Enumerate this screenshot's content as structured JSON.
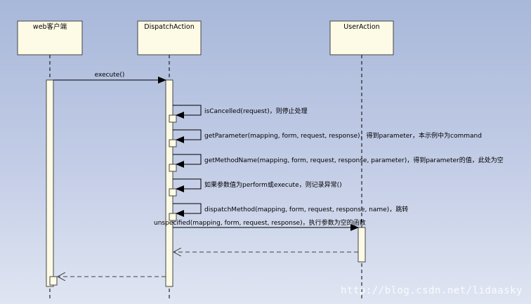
{
  "diagram": {
    "type": "sequence",
    "lifelines": [
      {
        "id": "web",
        "label": "web客户端"
      },
      {
        "id": "dispatch",
        "label": "DispatchAction"
      },
      {
        "id": "user",
        "label": "UserAction"
      }
    ],
    "messages": [
      {
        "from": "web",
        "to": "dispatch",
        "label": "execute()",
        "kind": "call"
      },
      {
        "from": "dispatch",
        "to": "dispatch",
        "label": "isCancelled(request)，则停止处理",
        "kind": "self"
      },
      {
        "from": "dispatch",
        "to": "dispatch",
        "label": "getParameter(mapping, form, request, response)，得到parameter，本示例中为command",
        "kind": "self"
      },
      {
        "from": "dispatch",
        "to": "dispatch",
        "label": "getMethodName(mapping, form, request, response, parameter)，得到parameter的值，此处为空",
        "kind": "self"
      },
      {
        "from": "dispatch",
        "to": "dispatch",
        "label": "如果参数值为perform或execute，则记录异常()",
        "kind": "self"
      },
      {
        "from": "dispatch",
        "to": "dispatch",
        "label": "dispatchMethod(mapping, form, request, response, name)，跳转",
        "kind": "self"
      },
      {
        "from": "dispatch",
        "to": "user",
        "label": "unspecified(mapping, form, request, response)，执行参数为空的函数",
        "kind": "call"
      },
      {
        "from": "user",
        "to": "dispatch",
        "label": "",
        "kind": "return"
      },
      {
        "from": "dispatch",
        "to": "web",
        "label": "",
        "kind": "return"
      }
    ]
  },
  "watermark": "http://blog.csdn.net/lidaasky",
  "colors": {
    "box_fill": "#fdfbe6",
    "line": "#000000",
    "return_line": "#404040"
  }
}
